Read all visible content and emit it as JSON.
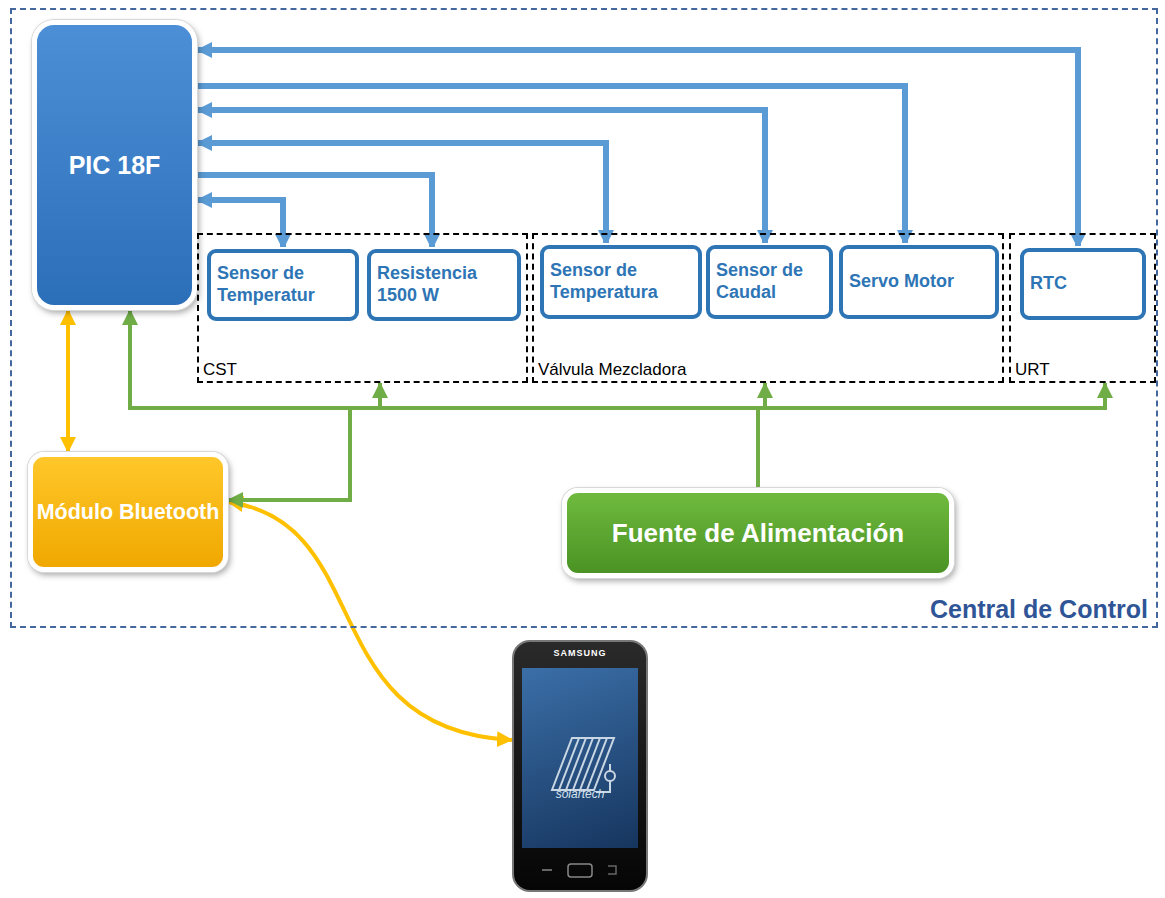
{
  "diagram": {
    "nodes": [
      {
        "text": [
          "Central de Control"
        ]
      },
      {
        "text": [
          "PIC 18F"
        ],
        "in": 0
      },
      {
        "text": [
          "CST"
        ],
        "in": 0
      },
      {
        "text": [
          "Sensor de Temperatur"
        ],
        "in": 2
      },
      {
        "text": [
          "Resistencia 1500 W"
        ],
        "in": 2
      },
      {
        "text": [
          "Válvula Mezcladora"
        ],
        "in": 0
      },
      {
        "text": [
          "Sensor de Temperatura"
        ],
        "in": 5
      },
      {
        "text": [
          "Sensor de Caudal"
        ],
        "in": 5
      },
      {
        "text": [
          "Servo Motor"
        ],
        "in": 5
      },
      {
        "text": [
          "URT"
        ],
        "in": 0
      },
      {
        "text": [
          "RTC"
        ],
        "in": 9
      },
      {
        "text": [
          "Módulo Bluetooth"
        ],
        "in": 0
      },
      {
        "text": [
          "Fuente de Alimentación"
        ],
        "in": 0
      },
      {
        "text": [
          "SAMSUNG",
          "solartech"
        ]
      }
    ],
    "edges": [
      {
        "from": 1,
        "to": 3,
        "arrow": "both"
      },
      {
        "from": 1,
        "to": 4,
        "arrow": "to"
      },
      {
        "from": 1,
        "to": 6,
        "arrow": "both"
      },
      {
        "from": 1,
        "to": 7,
        "arrow": "both"
      },
      {
        "from": 1,
        "to": 8,
        "arrow": "to"
      },
      {
        "from": 1,
        "to": 10,
        "arrow": "both"
      },
      {
        "from": 1,
        "to": 11,
        "arrow": "both"
      },
      {
        "from": 11,
        "to": 13,
        "arrow": "both"
      },
      {
        "from": 12,
        "to": 1,
        "arrow": "to"
      },
      {
        "from": 12,
        "to": 11,
        "arrow": "to"
      },
      {
        "from": 12,
        "to": 2,
        "arrow": "to"
      },
      {
        "from": 12,
        "to": 5,
        "arrow": "to"
      },
      {
        "from": 12,
        "to": 9,
        "arrow": "to"
      }
    ]
  }
}
